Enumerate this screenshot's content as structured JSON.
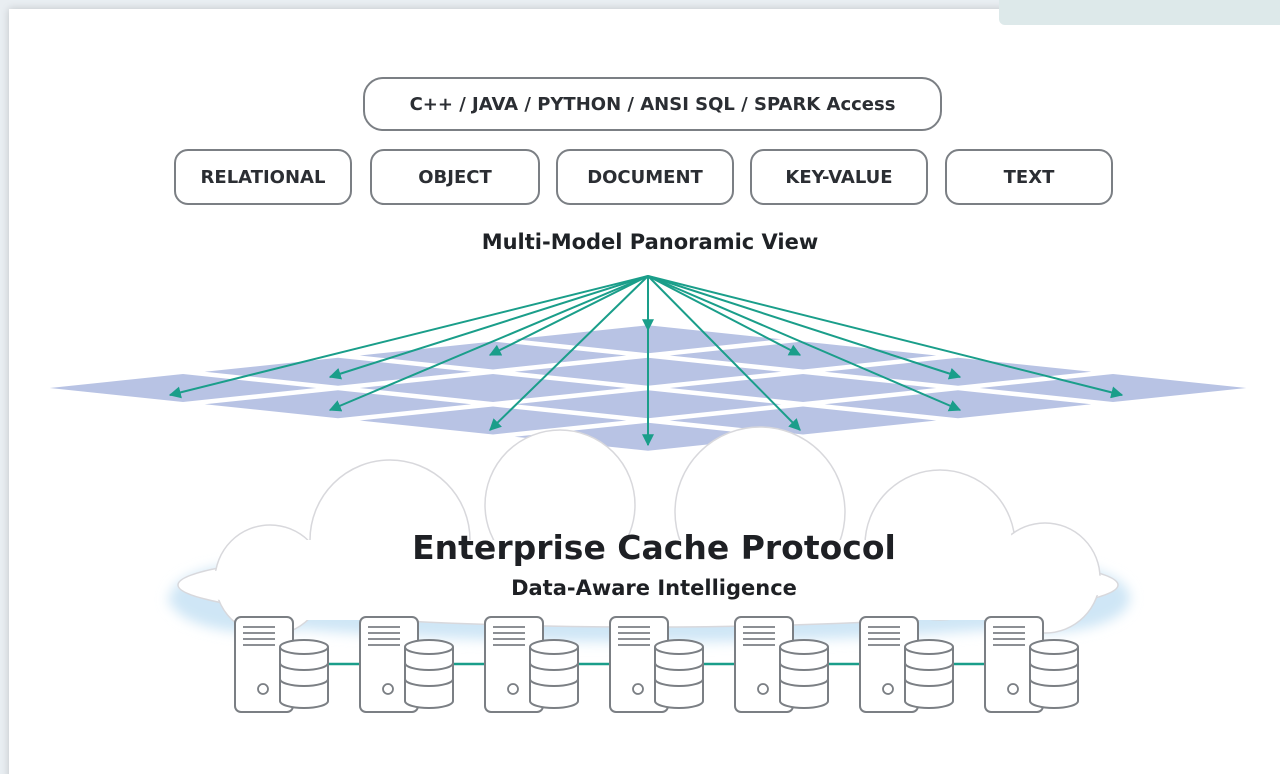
{
  "access_layer": {
    "label": "C++ / JAVA /  PYTHON / ANSI SQL / SPARK Access"
  },
  "data_models": [
    {
      "label": "RELATIONAL"
    },
    {
      "label": "OBJECT"
    },
    {
      "label": "DOCUMENT"
    },
    {
      "label": "KEY-VALUE"
    },
    {
      "label": "TEXT"
    }
  ],
  "panoramic_view": {
    "label": "Multi-Model Panoramic View"
  },
  "cloud": {
    "title": "Enterprise Cache Protocol",
    "subtitle": "Data-Aware Intelligence"
  },
  "server_count": 7,
  "colors": {
    "arrow": "#1a9e8a",
    "grid_tile": "#b8c3e4",
    "cloud_fill": "#ffffff",
    "cloud_shadow": "#d5e8f5",
    "outline": "#7b7f84",
    "network_line": "#1a9e8a"
  },
  "icons": [
    "server-icon",
    "database-icon",
    "arrow-icon",
    "cloud-icon"
  ]
}
